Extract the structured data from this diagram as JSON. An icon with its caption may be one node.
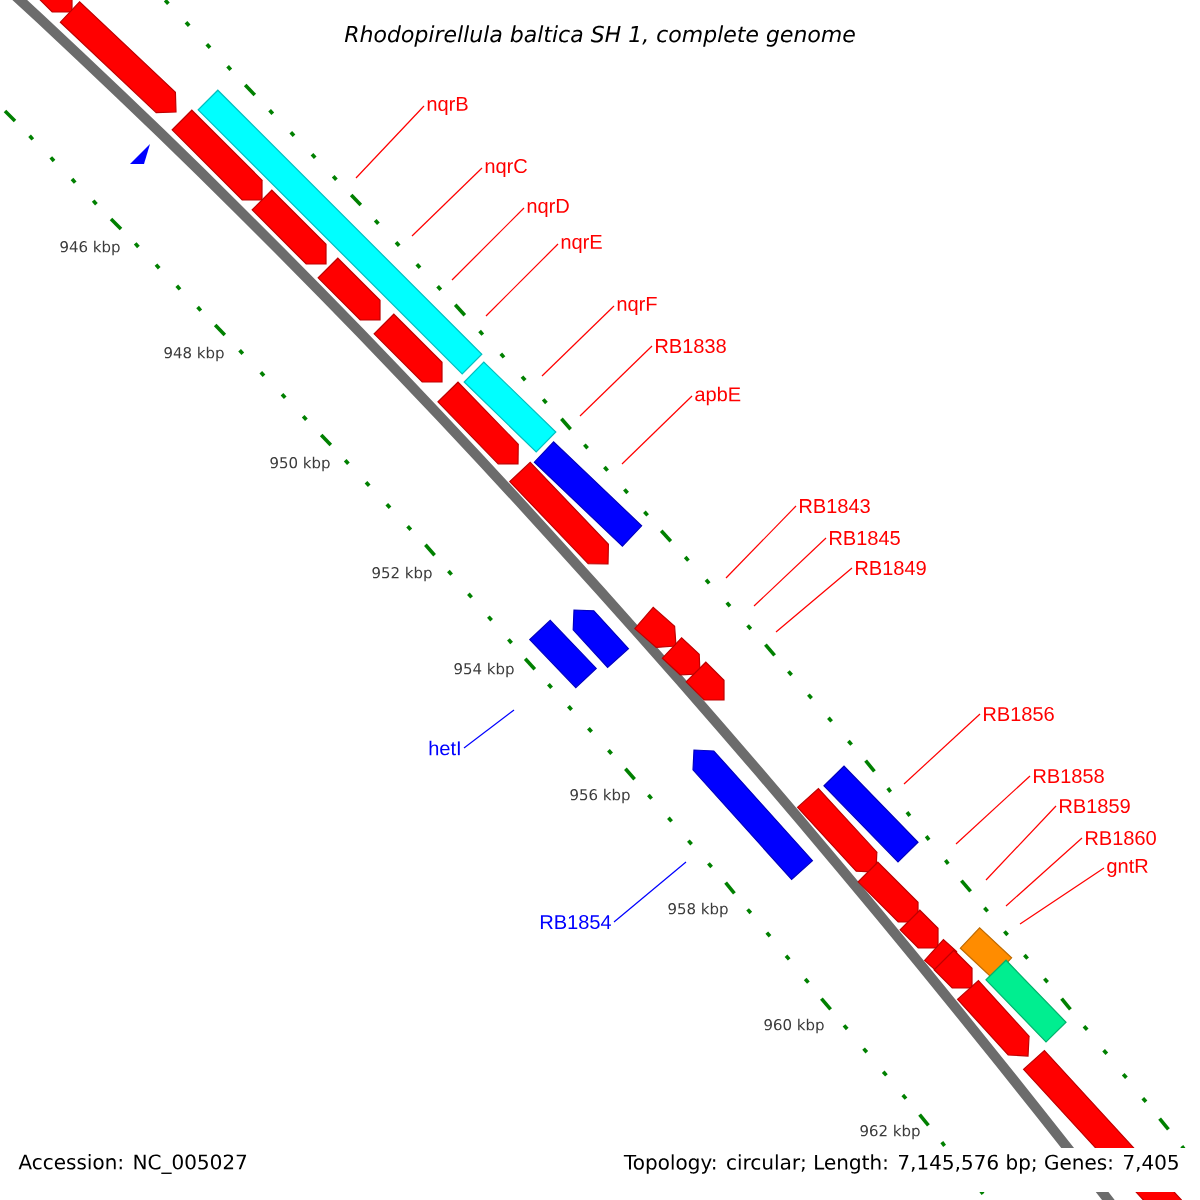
{
  "diagram": {
    "title": "*Rhodopirellula baltica* SH 1, complete genome",
    "nodes": [
      {
        "text": [
          "nqrB"
        ]
      },
      {
        "text": [
          "nqrC"
        ]
      },
      {
        "text": [
          "nqrD"
        ]
      },
      {
        "text": [
          "nqrE"
        ]
      },
      {
        "text": [
          "nqrF"
        ]
      },
      {
        "text": [
          "RB1838"
        ]
      },
      {
        "text": [
          "apbE"
        ]
      },
      {
        "text": [
          "RB1843"
        ]
      },
      {
        "text": [
          "RB1845"
        ]
      },
      {
        "text": [
          "RB1849"
        ]
      },
      {
        "text": [
          "RB1856"
        ]
      },
      {
        "text": [
          "hetI"
        ]
      },
      {
        "text": [
          "RB1858"
        ]
      },
      {
        "text": [
          "RB1859"
        ]
      },
      {
        "text": [
          "RB1860"
        ]
      },
      {
        "text": [
          "gntR"
        ]
      },
      {
        "text": [
          "RB1854"
        ]
      }
    ],
    "edges": [
      {
        "from": 0,
        "to": null,
        "arrow": "none"
      },
      {
        "from": 1,
        "to": null,
        "arrow": "none"
      },
      {
        "from": 2,
        "to": null,
        "arrow": "none"
      },
      {
        "from": 3,
        "to": null,
        "arrow": "none"
      },
      {
        "from": 4,
        "to": null,
        "arrow": "none"
      },
      {
        "from": 5,
        "to": null,
        "arrow": "none"
      },
      {
        "from": 6,
        "to": null,
        "arrow": "none"
      },
      {
        "from": 7,
        "to": null,
        "arrow": "none"
      },
      {
        "from": 8,
        "to": null,
        "arrow": "none"
      },
      {
        "from": 9,
        "to": null,
        "arrow": "none"
      },
      {
        "from": 10,
        "to": null,
        "arrow": "none"
      },
      {
        "from": 11,
        "to": null,
        "arrow": "none",
        "color": "#0000ff"
      },
      {
        "from": 12,
        "to": null,
        "arrow": "none"
      },
      {
        "from": 13,
        "to": null,
        "arrow": "none"
      },
      {
        "from": 14,
        "to": null,
        "arrow": "none"
      },
      {
        "from": 15,
        "to": null,
        "arrow": "none"
      },
      {
        "from": 16,
        "to": null,
        "arrow": "none",
        "color": "#0000ff"
      }
    ],
    "labels": [
      "946 kbp",
      "948 kbp",
      "950 kbp",
      "952 kbp",
      "954 kbp",
      "956 kbp",
      "958 kbp",
      "960 kbp",
      "962 kbp",
      "Accession: NC_005027",
      "Topology: circular; Length: 7,145,576 bp; Genes: 7,405"
    ]
  }
}
